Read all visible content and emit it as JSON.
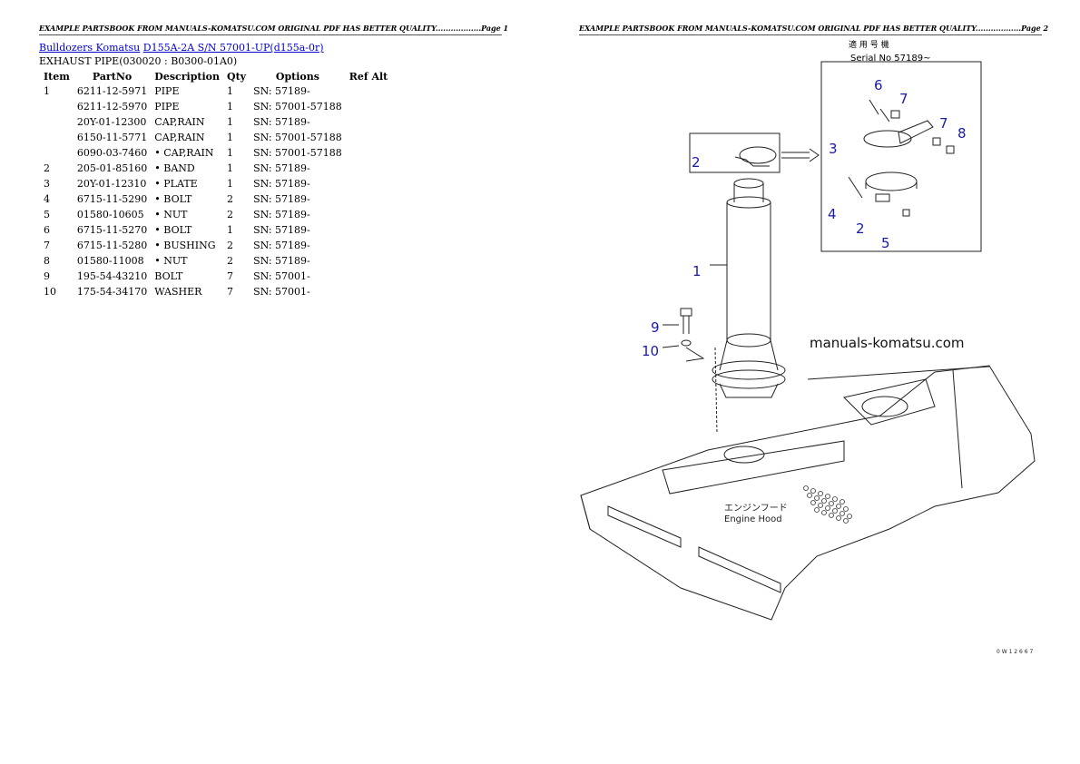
{
  "header": {
    "page1": "EXAMPLE PARTSBOOK FROM MANUALS-KOMATSU.COM ORIGINAL PDF HAS BETTER QUALITY..................Page 1",
    "page2": "EXAMPLE PARTSBOOK FROM MANUALS-KOMATSU.COM ORIGINAL PDF HAS BETTER QUALITY..................Page 2"
  },
  "breadcrumb": {
    "link1": "Bulldozers Komatsu",
    "link2": "D155A-2A S/N 57001-UP(d155a-0r)"
  },
  "section_title": "EXHAUST PIPE(030020 : B0300-01A0)",
  "table": {
    "columns": [
      "Item",
      "PartNo",
      "Description",
      "Qty",
      "Options",
      "Ref Alt"
    ],
    "rows": [
      {
        "item": "1",
        "partno": "6211-12-5971",
        "desc": "PIPE",
        "qty": "1",
        "options": "SN: 57189-",
        "ref": ""
      },
      {
        "item": "",
        "partno": "6211-12-5970",
        "desc": "PIPE",
        "qty": "1",
        "options": "SN: 57001-57188",
        "ref": ""
      },
      {
        "item": "",
        "partno": "20Y-01-12300",
        "desc": "CAP,RAIN",
        "qty": "1",
        "options": "SN: 57189-",
        "ref": ""
      },
      {
        "item": "",
        "partno": "6150-11-5771",
        "desc": "CAP,RAIN",
        "qty": "1",
        "options": "SN: 57001-57188",
        "ref": ""
      },
      {
        "item": "",
        "partno": "6090-03-7460",
        "desc": "• CAP,RAIN",
        "qty": "1",
        "options": "SN: 57001-57188",
        "ref": ""
      },
      {
        "item": "2",
        "partno": "205-01-85160",
        "desc": "• BAND",
        "qty": "1",
        "options": "SN: 57189-",
        "ref": ""
      },
      {
        "item": "3",
        "partno": "20Y-01-12310",
        "desc": "• PLATE",
        "qty": "1",
        "options": "SN: 57189-",
        "ref": ""
      },
      {
        "item": "4",
        "partno": "6715-11-5290",
        "desc": "• BOLT",
        "qty": "2",
        "options": "SN: 57189-",
        "ref": ""
      },
      {
        "item": "5",
        "partno": "01580-10605",
        "desc": "• NUT",
        "qty": "2",
        "options": "SN: 57189-",
        "ref": ""
      },
      {
        "item": "6",
        "partno": "6715-11-5270",
        "desc": "• BOLT",
        "qty": "1",
        "options": "SN: 57189-",
        "ref": ""
      },
      {
        "item": "7",
        "partno": "6715-11-5280",
        "desc": "• BUSHING",
        "qty": "2",
        "options": "SN: 57189-",
        "ref": ""
      },
      {
        "item": "8",
        "partno": "01580-11008",
        "desc": "• NUT",
        "qty": "2",
        "options": "SN: 57189-",
        "ref": ""
      },
      {
        "item": "9",
        "partno": "195-54-43210",
        "desc": "BOLT",
        "qty": "7",
        "options": "SN: 57001-",
        "ref": ""
      },
      {
        "item": "10",
        "partno": "175-54-34170",
        "desc": "WASHER",
        "qty": "7",
        "options": "SN: 57001-",
        "ref": ""
      }
    ]
  },
  "drawing": {
    "inset_title_jp": "適 用 号 機",
    "inset_serial": "Serial No 57189~",
    "callouts": [
      "1",
      "2",
      "3",
      "4",
      "5",
      "6",
      "7",
      "8",
      "9",
      "10"
    ],
    "hood_label_jp": "エンジンフード",
    "hood_label_en": "Engine Hood",
    "watermark": "manuals-komatsu.com",
    "drawing_code": "0 W 1 2 6 6 7",
    "callout_color": "#1a1aa8"
  }
}
